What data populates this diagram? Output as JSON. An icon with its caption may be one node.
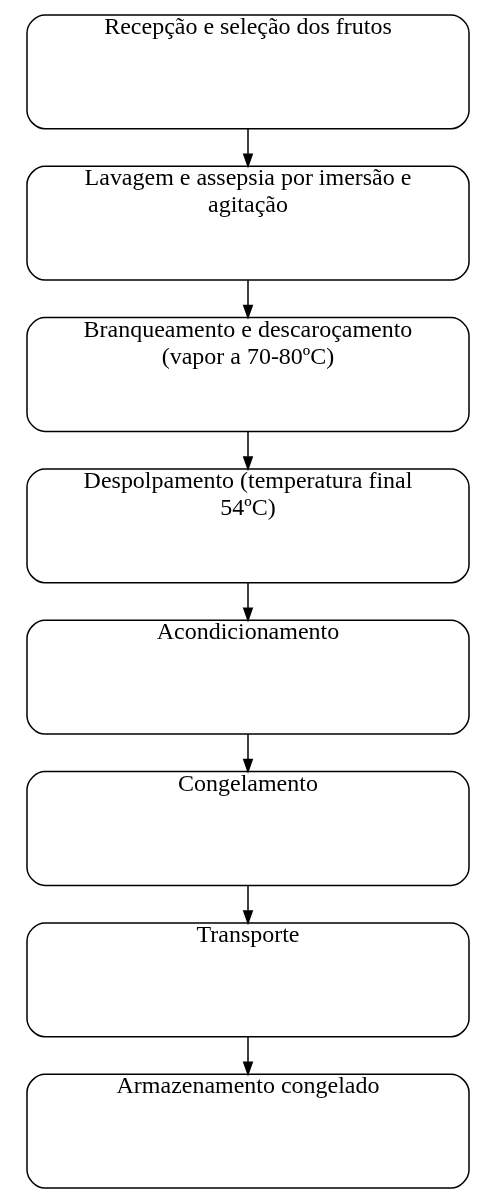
{
  "diagram": {
    "nodes": [
      {
        "text": [
          "Recepção e seleção dos frutos"
        ]
      },
      {
        "text": [
          "Lavagem e assepsia por imersão e agitação"
        ]
      },
      {
        "text": [
          "Branqueamento e descaroçamento (vapor a 70-80ºC)"
        ]
      },
      {
        "text": [
          "Despolpamento (temperatura final 54ºC)"
        ]
      },
      {
        "text": [
          "Acondicionamento"
        ]
      },
      {
        "text": [
          "Congelamento"
        ]
      },
      {
        "text": [
          "Transporte"
        ]
      },
      {
        "text": [
          "Armazenamento congelado"
        ]
      }
    ],
    "edges": [
      {
        "from": 0,
        "to": 1,
        "arrow": "to"
      },
      {
        "from": 1,
        "to": 2,
        "arrow": "to"
      },
      {
        "from": 2,
        "to": 3,
        "arrow": "to"
      },
      {
        "from": 3,
        "to": 4,
        "arrow": "to"
      },
      {
        "from": 4,
        "to": 5,
        "arrow": "to"
      },
      {
        "from": 5,
        "to": 6,
        "arrow": "to"
      },
      {
        "from": 6,
        "to": 7,
        "arrow": "to"
      }
    ]
  }
}
